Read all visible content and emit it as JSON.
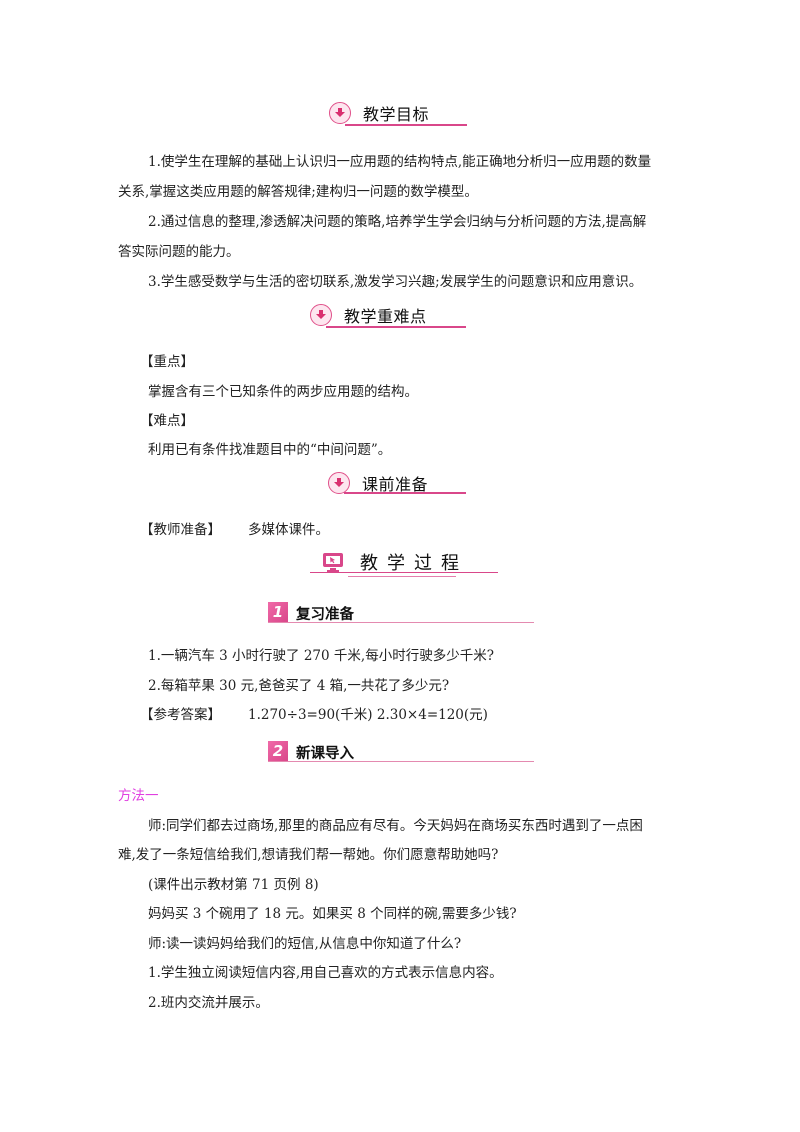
{
  "headers": {
    "goals": "教学目标",
    "key_points": "教学重难点",
    "preparation": "课前准备",
    "process": "教学过程"
  },
  "goals": {
    "line1": "1.使学生在理解的基础上认识归一应用题的结构特点,能正确地分析归一应用题的数量",
    "line2": "关系,掌握这类应用题的解答规律;建构归一问题的数学模型。",
    "line3": "2.通过信息的整理,渗透解决问题的策略,培养学生学会归纳与分析问题的方法,提高解",
    "line4": "答实际问题的能力。",
    "line5": "3.学生感受数学与生活的密切联系,激发学习兴趣;发展学生的问题意识和应用意识。"
  },
  "key_points": {
    "focus_label": "【重点】",
    "focus_text": "掌握含有三个已知条件的两步应用题的结构。",
    "difficulty_label": "【难点】",
    "difficulty_text": "利用已有条件找准题目中的“中间问题”。"
  },
  "preparation": {
    "label": "【教师准备】",
    "text": "多媒体课件。"
  },
  "sections": [
    {
      "number": "1",
      "title": "复习准备"
    },
    {
      "number": "2",
      "title": "新课导入"
    }
  ],
  "review": {
    "q1": "1.一辆汽车 3 小时行驶了 270 千米,每小时行驶多少千米?",
    "q2": "2.每箱苹果 30 元,爸爸买了 4 箱,一共花了多少元?",
    "answer_label": "【参考答案】",
    "answer_text": "1.270÷3=90(千米)   2.30×4=120(元)"
  },
  "intro": {
    "method": "方法一",
    "p1a": "师:同学们都去过商场,那里的商品应有尽有。今天妈妈在商场买东西时遇到了一点困",
    "p1b": "难,发了一条短信给我们,想请我们帮一帮她。你们愿意帮助她吗?",
    "p2": "(课件出示教材第 71 页例 8)",
    "p3": "妈妈买 3 个碗用了 18 元。如果买 8 个同样的碗,需要多少钱?",
    "p4": "师:读一读妈妈给我们的短信,从信息中你知道了什么?",
    "p5": "1.学生独立阅读短信内容,用自己喜欢的方式表示信息内容。",
    "p6": "2.班内交流并展示。"
  },
  "colors": {
    "accent": "#d9478a",
    "method": "#e040e0"
  }
}
